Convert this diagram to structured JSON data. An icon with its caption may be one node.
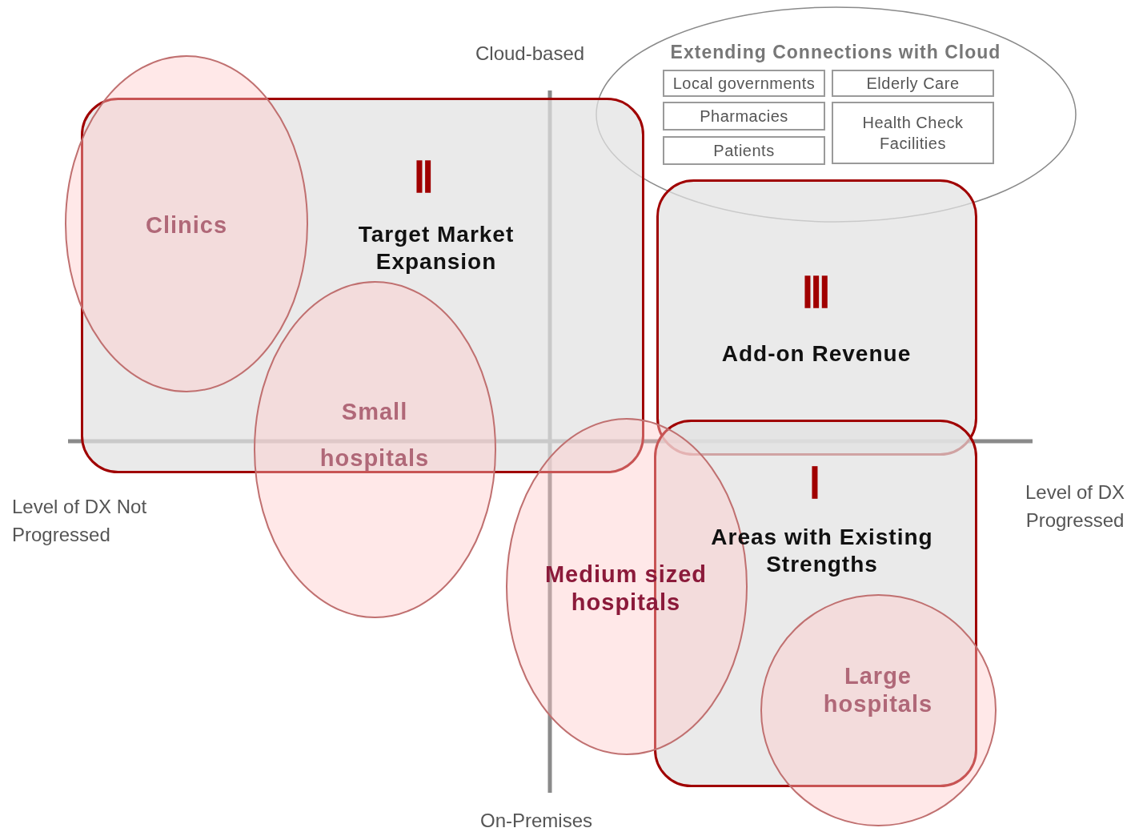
{
  "diagram": {
    "nodes": [
      {
        "text": [
          "Extending Connections with Cloud"
        ]
      },
      {
        "text": [
          "Local governments"
        ],
        "in": 0
      },
      {
        "text": [
          "Elderly Care"
        ],
        "in": 0
      },
      {
        "text": [
          "Pharmacies"
        ],
        "in": 0
      },
      {
        "text": [
          "Health Check Facilities"
        ],
        "in": 0
      },
      {
        "text": [
          "Patients"
        ],
        "in": 0
      },
      {
        "text": [
          "Ⅱ",
          "Target Market Expansion"
        ]
      },
      {
        "text": [
          "Ⅲ",
          "Add-on Revenue"
        ]
      },
      {
        "text": [
          "Ⅰ",
          "Areas with Existing Strengths"
        ]
      },
      {
        "text": [
          "Clinics"
        ]
      },
      {
        "text": [
          "Small hospitals"
        ]
      },
      {
        "text": [
          "Medium sized hospitals"
        ]
      },
      {
        "text": [
          "Large hospitals"
        ]
      }
    ],
    "labels": [
      "Cloud-based",
      "Level of DX Not Progressed",
      "Level of DX Progressed",
      "On-Premises"
    ]
  }
}
